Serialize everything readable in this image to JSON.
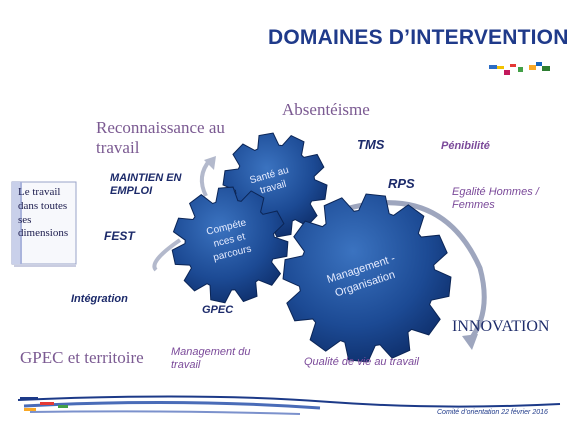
{
  "title": "DOMAINES D’INTERVENTION",
  "gears": {
    "sante": "Santé au travail",
    "competences": "Compéte nces et parcours",
    "management": "Management - Organisation"
  },
  "labels": {
    "absenteisme": "Absentéisme",
    "reconnaissance": "Reconnaissance au travail",
    "tms": "TMS",
    "penibilite": "Pénibilité",
    "maintien": "MAINTIEN EN EMPLOI",
    "rps": "RPS",
    "egalite": "Egalité Hommes / Femmes",
    "fest": "FEST",
    "integration": "Intégration",
    "gpec": "GPEC",
    "innovation": "INNOVATION",
    "gpec_territoire": "GPEC et territoire",
    "management_travail": "Management du travail",
    "qualite_vie": "Qualité de vie au travail"
  },
  "book": {
    "text_lines": [
      "Le travail",
      "dans toutes",
      "ses",
      "dimensions"
    ]
  },
  "footer": "Comité d’orientation 22 février 2016",
  "colors": {
    "title": "#1f3a8a",
    "gear_dark": "#0f2f6e",
    "gear_light": "#2c5fa8",
    "purple_text": "#7b5a92",
    "navy_text": "#1c2a6a"
  }
}
